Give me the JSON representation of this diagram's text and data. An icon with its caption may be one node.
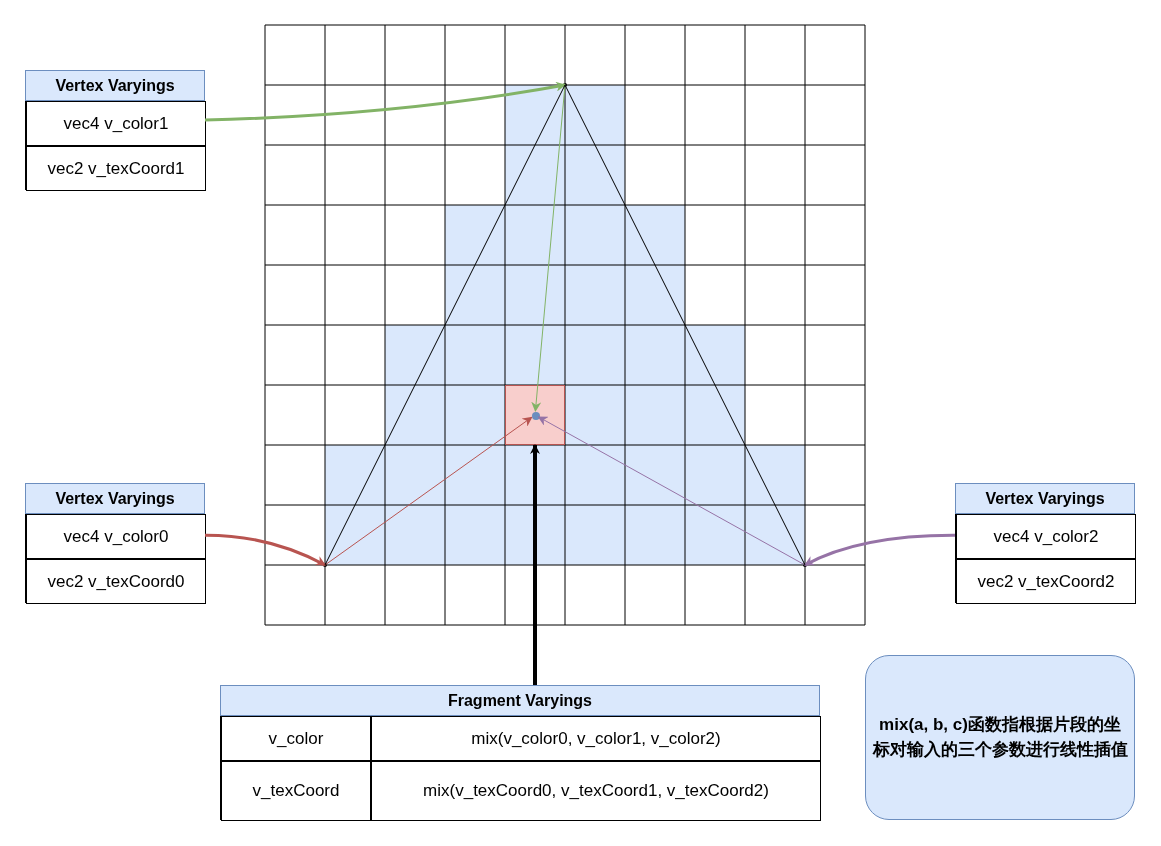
{
  "diagram": {
    "nodes": [
      {
        "text": [
          "Vertex Varyings"
        ]
      },
      {
        "text": [
          "vec4 v_color1"
        ],
        "in": 0
      },
      {
        "text": [
          "vec2 v_texCoord1"
        ],
        "in": 0
      },
      {
        "text": [
          "Vertex Varyings"
        ]
      },
      {
        "text": [
          "vec4 v_color0"
        ],
        "in": 3
      },
      {
        "text": [
          "vec2 v_texCoord0"
        ],
        "in": 3
      },
      {
        "text": [
          "Vertex Varyings"
        ]
      },
      {
        "text": [
          "vec4 v_color2"
        ],
        "in": 6
      },
      {
        "text": [
          "vec2 v_texCoord2"
        ],
        "in": 6
      },
      {
        "text": [],
        "shape": "point"
      },
      {
        "text": [],
        "shape": "point"
      },
      {
        "text": [],
        "shape": "point"
      },
      {
        "text": [],
        "shape": "box"
      },
      {
        "text": [],
        "shape": "circle",
        "in": 12
      },
      {
        "text": [
          "Fragment Varyings"
        ]
      },
      {
        "text": [
          "v_color"
        ],
        "in": 14
      },
      {
        "text": [
          "mix(v_color0, v_color1, v_color2)"
        ],
        "in": 14
      },
      {
        "text": [
          "v_texCoord"
        ],
        "in": 14
      },
      {
        "text": [
          "mix(v_texCoord0, v_texCoord1, v_texCoord2)"
        ],
        "in": 14
      },
      {
        "text": [
          "mix(a, b, c)函数指根据片段的坐标对输入的三个参数进行线性插值"
        ]
      }
    ],
    "edges": [
      {
        "from": 1,
        "to": 9,
        "arrow": "to",
        "style": "thick",
        "color": "#82b366"
      },
      {
        "from": 4,
        "to": 10,
        "arrow": "to",
        "style": "thick",
        "color": "#b85450"
      },
      {
        "from": 7,
        "to": 11,
        "arrow": "to",
        "style": "thick",
        "color": "#9673a6"
      },
      {
        "from": 9,
        "to": 13,
        "arrow": "to",
        "color": "#82b366"
      },
      {
        "from": 10,
        "to": 13,
        "arrow": "to",
        "color": "#b85450"
      },
      {
        "from": 11,
        "to": 13,
        "arrow": "to",
        "color": "#9673a6"
      },
      {
        "from": 14,
        "to": 12,
        "arrow": "to",
        "style": "thick",
        "color": "#000000"
      },
      {
        "from": 9,
        "to": 10,
        "arrow": "none",
        "color": "#000000"
      },
      {
        "from": 9,
        "to": 11,
        "arrow": "none",
        "color": "#000000"
      }
    ]
  }
}
